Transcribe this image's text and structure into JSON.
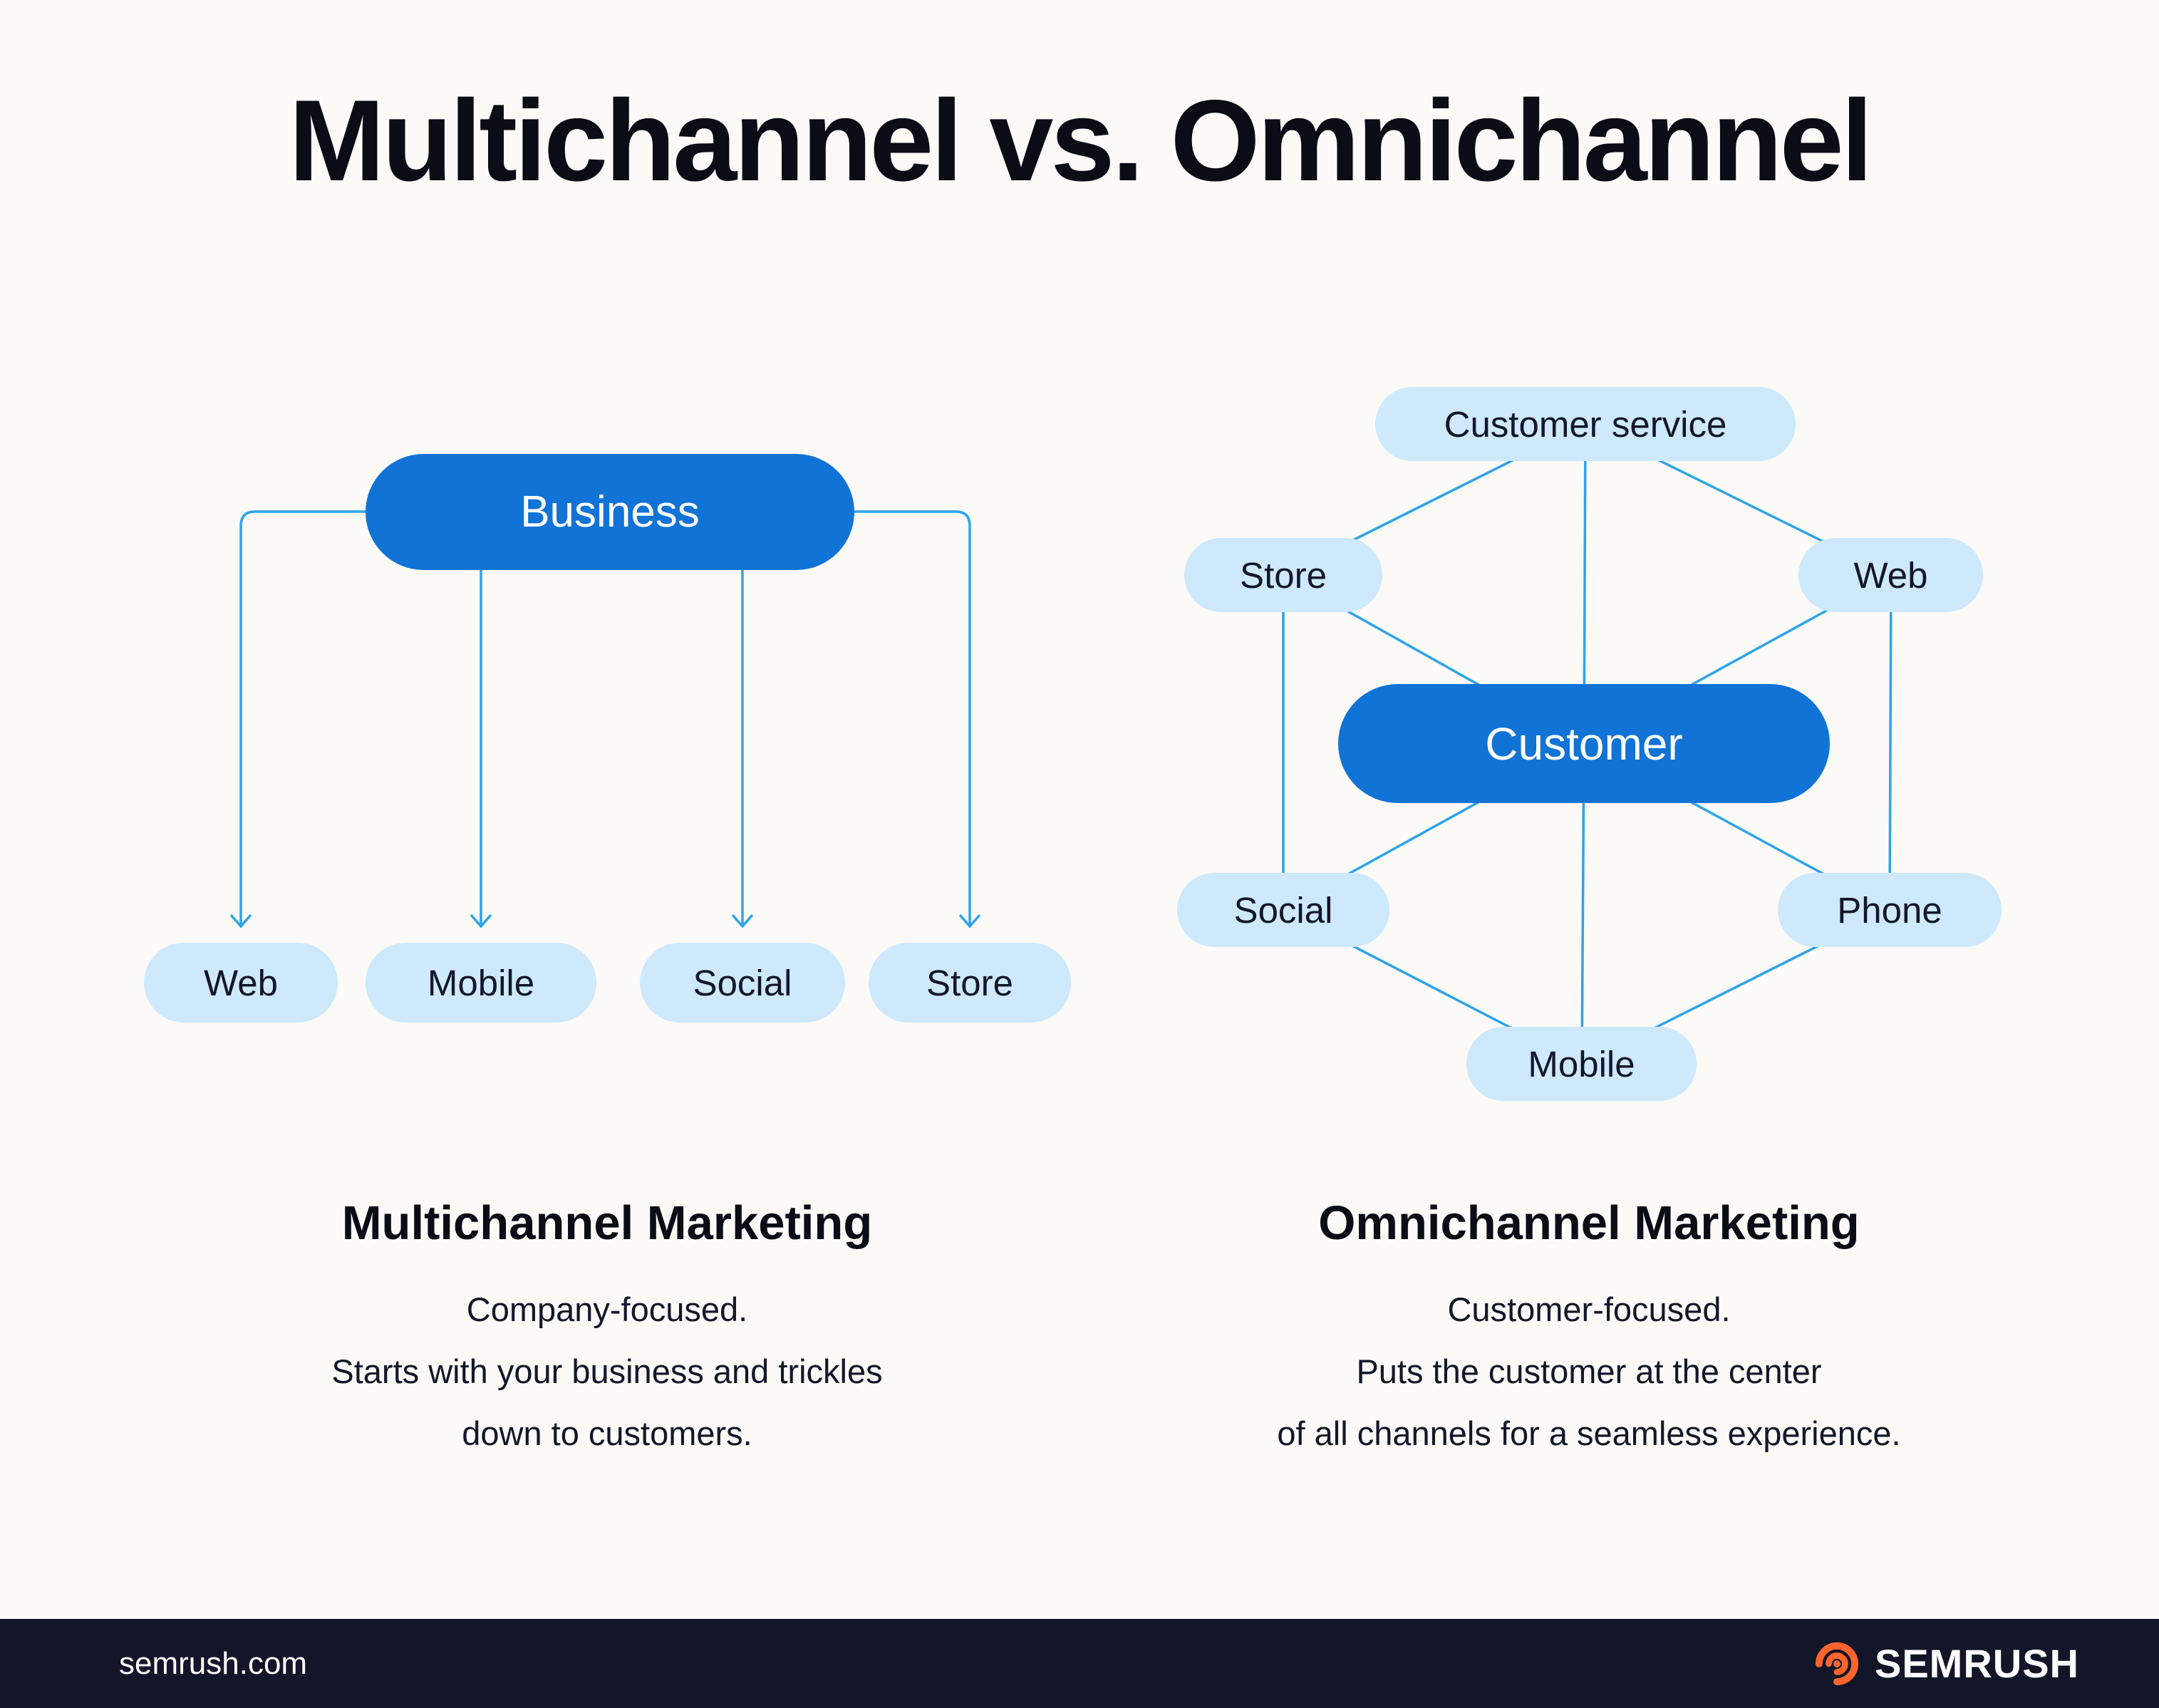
{
  "title": "Multichannel vs. Omnichannel",
  "left": {
    "root_label": "Business",
    "channels": [
      "Web",
      "Mobile",
      "Social",
      "Store"
    ],
    "heading": "Multichannel Marketing",
    "description_lines": [
      "Company-focused.",
      "Starts with your business and trickles",
      "down to customers."
    ]
  },
  "right": {
    "root_label": "Customer",
    "satellites": [
      "Customer service",
      "Store",
      "Web",
      "Social",
      "Phone",
      "Mobile"
    ],
    "heading": "Omnichannel Marketing",
    "description_lines": [
      "Customer-focused.",
      "Puts the customer at the center",
      "of all channels for a seamless experience."
    ]
  },
  "footer": {
    "site": "semrush.com",
    "brand": "SEMRUSH"
  },
  "colors": {
    "primary_blue": "#1173d6",
    "light_blue": "#cde9fb",
    "line_blue": "#2ea3eb",
    "text_dark": "#14162a",
    "footer_bg": "#131528",
    "brand_orange": "#ff642d",
    "background": "#fbfaf7"
  }
}
